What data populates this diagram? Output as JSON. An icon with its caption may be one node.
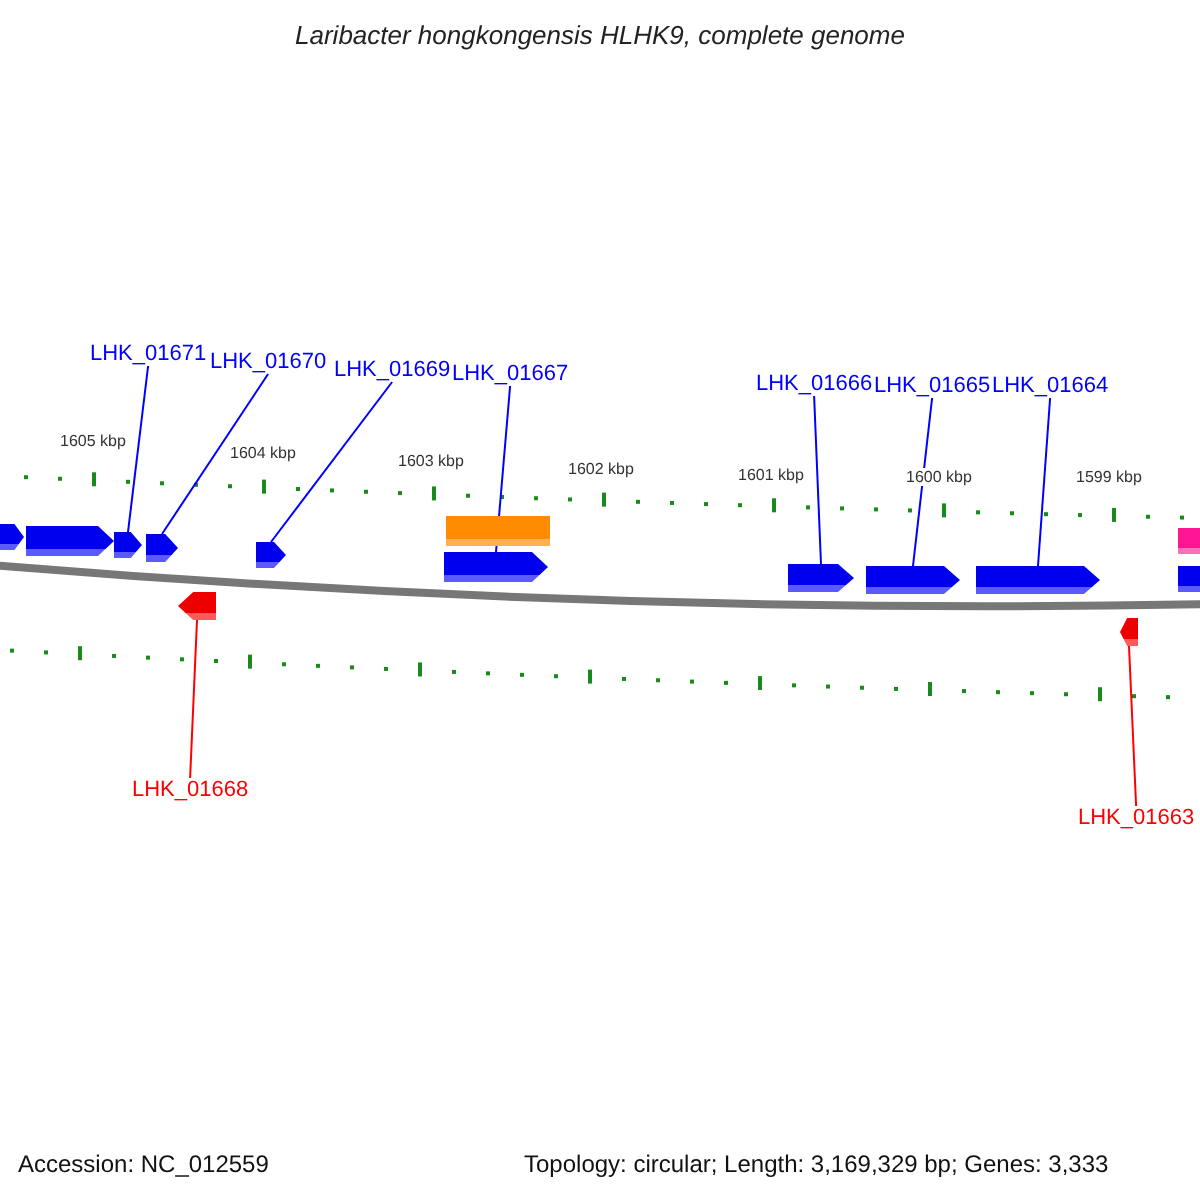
{
  "diagram": {
    "title": "Laribacter hongkongensis HLHK9, complete genome",
    "nodes": [
      {
        "text": [
          "LHK_01671"
        ]
      },
      {
        "text": [
          "LHK_01670"
        ]
      },
      {
        "text": [
          "LHK_01669"
        ]
      },
      {
        "text": [
          "LHK_01667"
        ]
      },
      {
        "text": [
          "LHK_01666"
        ]
      },
      {
        "text": [
          "LHK_01665"
        ]
      },
      {
        "text": [
          "LHK_01664"
        ]
      },
      {
        "text": [],
        "shape": "box"
      },
      {
        "text": [],
        "shape": "box"
      },
      {
        "text": [],
        "shape": "box"
      },
      {
        "text": [],
        "shape": "box"
      },
      {
        "text": [],
        "shape": "box"
      },
      {
        "text": [],
        "shape": "box"
      },
      {
        "text": [],
        "shape": "box"
      },
      {
        "text": [],
        "shape": "box"
      },
      {
        "text": [],
        "shape": "box"
      },
      {
        "text": [],
        "shape": "box"
      },
      {
        "text": [],
        "shape": "box"
      },
      {
        "text": [],
        "shape": "box"
      },
      {
        "text": [],
        "shape": "box"
      },
      {
        "text": [],
        "shape": "box"
      },
      {
        "text": [
          "LHK_01668"
        ]
      },
      {
        "text": [
          "LHK_01663"
        ]
      }
    ],
    "edges": [
      {
        "from": 0,
        "to": 9,
        "arrow": "none"
      },
      {
        "from": 1,
        "to": 10,
        "arrow": "none"
      },
      {
        "from": 2,
        "to": 12,
        "arrow": "none"
      },
      {
        "from": 3,
        "to": 14,
        "arrow": "none"
      },
      {
        "from": 4,
        "to": 15,
        "arrow": "none"
      },
      {
        "from": 5,
        "to": 16,
        "arrow": "none"
      },
      {
        "from": 6,
        "to": 17,
        "arrow": "none"
      },
      {
        "from": 21,
        "to": 11,
        "arrow": "none",
        "color": "#ff0000"
      },
      {
        "from": 22,
        "to": 18,
        "arrow": "none",
        "color": "#ff0000"
      }
    ],
    "labels": [
      "1605 kbp",
      "1604 kbp",
      "1603 kbp",
      "1602 kbp",
      "1601 kbp",
      "1600 kbp",
      "1599 kbp",
      "Accession: NC_012559",
      "Topology: circular; Length: 3,169,329 bp; Genes: 3,333"
    ]
  }
}
